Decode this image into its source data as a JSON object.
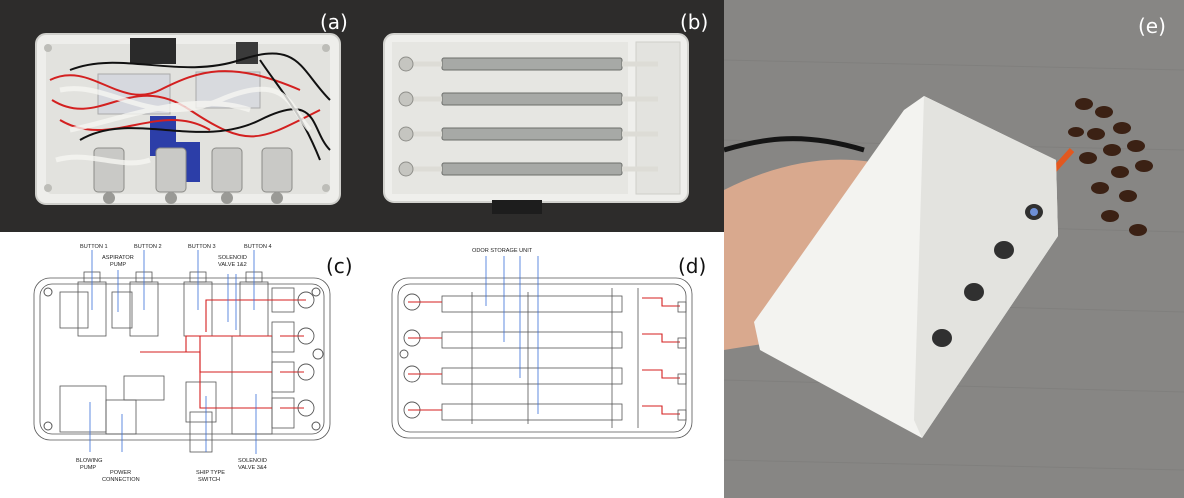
{
  "panels": {
    "a": {
      "tag": "(a)"
    },
    "b": {
      "tag": "(b)"
    },
    "c": {
      "tag": "(c)",
      "labels": {
        "button1": "BUTTON 1",
        "button2": "BUTTON 2",
        "button3": "BUTTON 3",
        "button4": "BUTTON 4",
        "aspirator_line1": "ASPIRATOR",
        "aspirator_line2": "PUMP",
        "solenoid12_line1": "SOLENOID",
        "solenoid12_line2": "VALVE 1&2",
        "blowing_line1": "BLOWING",
        "blowing_line2": "PUMP",
        "power_line1": "POWER",
        "power_line2": "CONNECTION",
        "ship_line1": "SHIP TYPE",
        "ship_line2": "SWITCH",
        "solenoid34_line1": "SOLENOID",
        "solenoid34_line2": "VALVE 3&4"
      }
    },
    "d": {
      "tag": "(d)",
      "labels": {
        "storage": "ODOR STORAGE UNIT"
      }
    },
    "e": {
      "tag": "(e)"
    }
  },
  "colors": {
    "photo_background": "#2b2a29",
    "enclosure": "#efefec",
    "tube_red": "#d41f1f",
    "wire_black": "#111111",
    "leader_blue": "#3a6fd8",
    "drawing_line": "#555555",
    "table_gray": "#7b7b78"
  }
}
